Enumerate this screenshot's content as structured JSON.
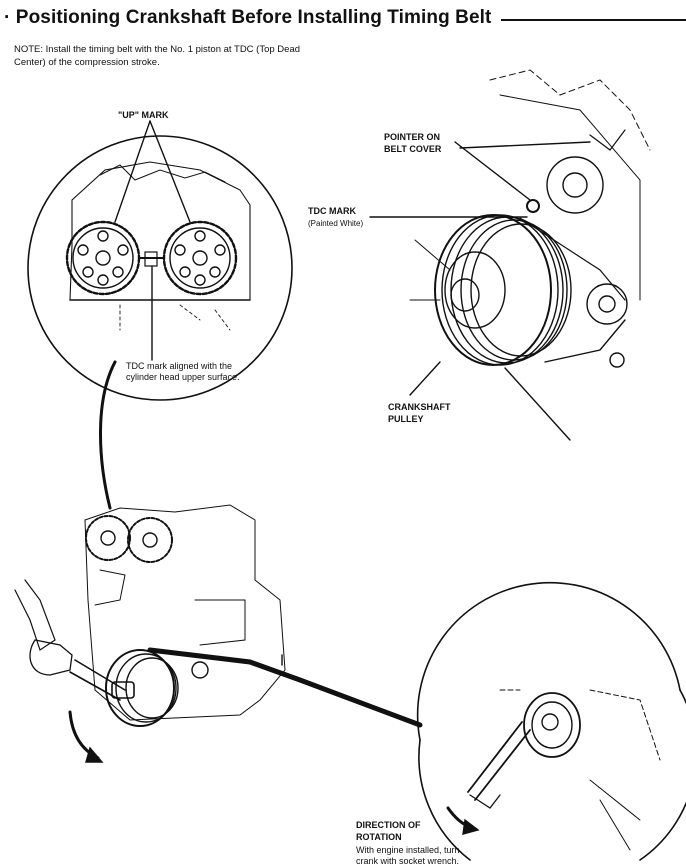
{
  "page": {
    "title": "· Positioning Crankshaft Before Installing Timing Belt",
    "note": "NOTE: Install the timing belt with the No. 1 piston at TDC (Top Dead Center) of the compression stroke."
  },
  "labels": {
    "up_mark": "\"UP\" MARK",
    "tdc_aligned": "TDC mark aligned with the cylinder head upper surface.",
    "pointer_on_belt_cover_1": "POINTER ON",
    "pointer_on_belt_cover_2": "BELT COVER",
    "tdc_mark": "TDC MARK",
    "painted_white": "(Painted White)",
    "crankshaft_pulley_1": "CRANKSHAFT",
    "crankshaft_pulley_2": "PULLEY",
    "direction_1": "DIRECTION OF",
    "direction_2": "ROTATION",
    "direction_3": "With engine installed, turn",
    "direction_4": "crank with socket wrench."
  }
}
